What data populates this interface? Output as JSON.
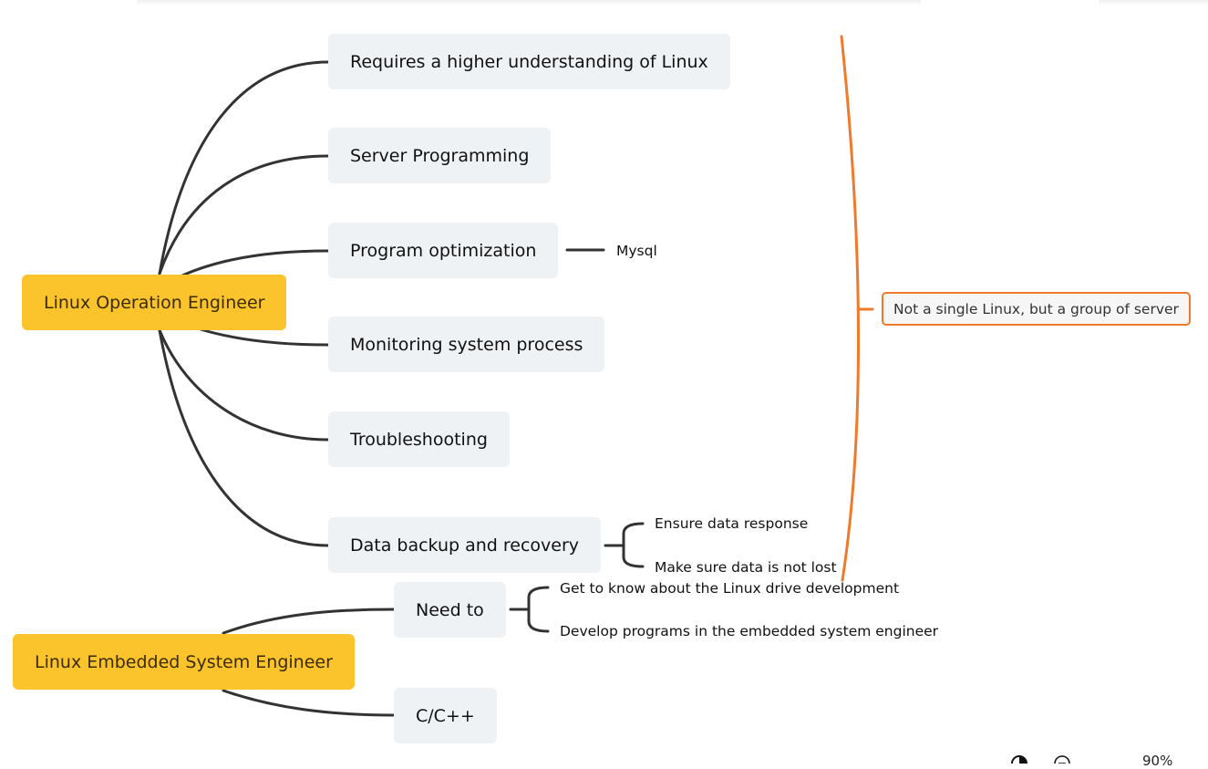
{
  "roots": {
    "operation": "Linux Operation Engineer",
    "embedded": "Linux Embedded System Engineer"
  },
  "operation_topics": [
    "Requires a higher understanding of Linux",
    "Server Programming",
    "Program optimization",
    "Monitoring system process",
    "Troubleshooting",
    "Data backup and recovery"
  ],
  "optimization_child": "Mysql",
  "backup_children": [
    "Ensure data response",
    "Make sure data is not lost"
  ],
  "embedded_topics": [
    "Need to",
    "C/C++"
  ],
  "need_to_children": [
    "Get to know about the Linux drive development",
    "Develop programs in the embedded system engineer"
  ],
  "summary": "Not a single Linux, but a group of server",
  "zoom": "90%",
  "colors": {
    "root_fill": "#fcc42c",
    "topic_fill": "#eff2f5",
    "connector": "#333333",
    "summary_accent": "#f07a2b"
  },
  "icons": {
    "theme": "contrast-icon",
    "zoom_out": "zoom-out-icon"
  }
}
